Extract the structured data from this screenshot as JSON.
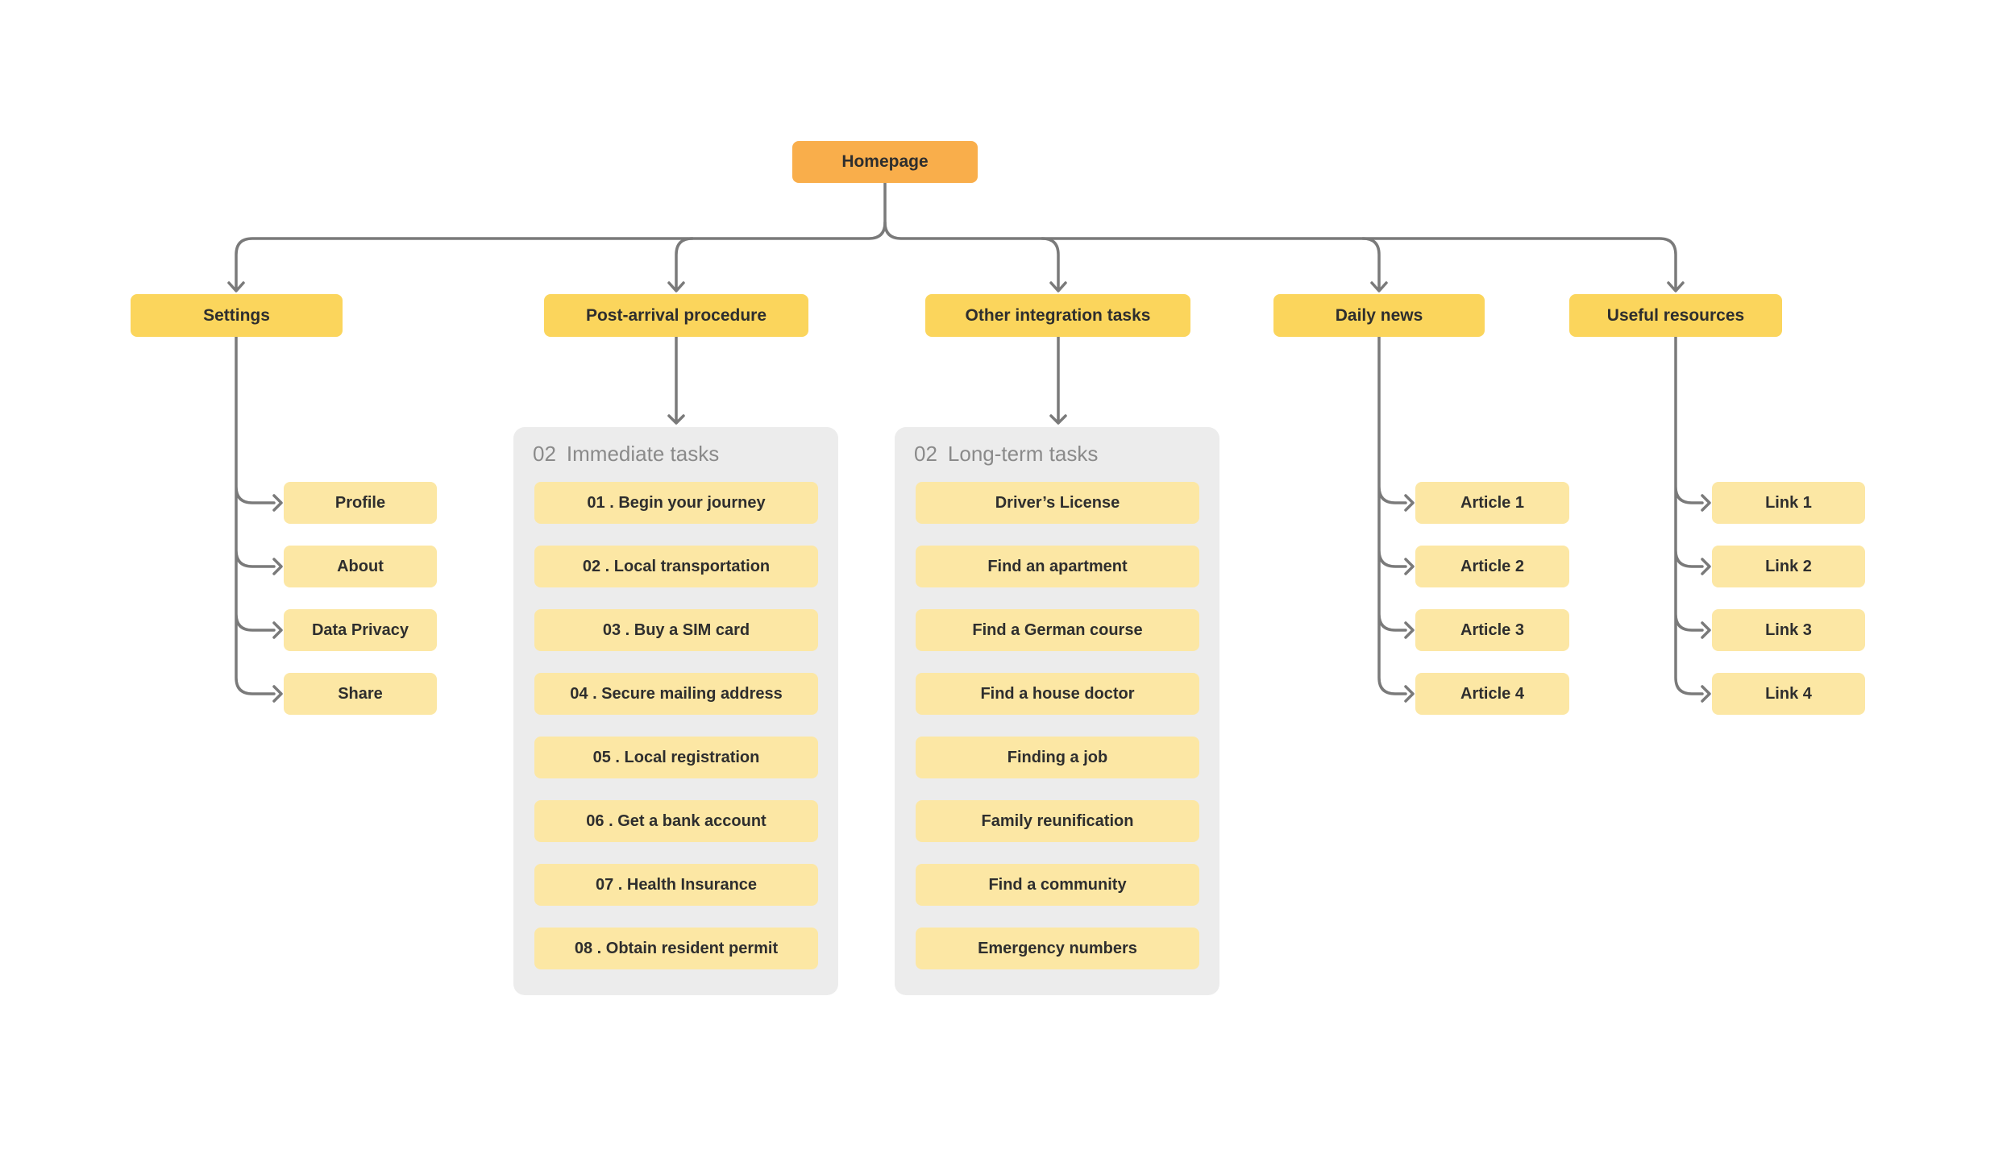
{
  "colors": {
    "root_box": "#f9ae4b",
    "branch_box": "#fbd55c",
    "leaf_box": "#fce7a4",
    "group_background": "#ececec",
    "connector_line": "#7a7a7a",
    "label_text": "#2e2e2e",
    "group_header_text": "#8a8a8a",
    "page_background": "#ffffff"
  },
  "root": {
    "label": "Homepage"
  },
  "branches": [
    {
      "label": "Settings",
      "children": [
        "Profile",
        "About",
        "Data Privacy",
        "Share"
      ]
    },
    {
      "label": "Post-arrival procedure",
      "group": {
        "number": "02",
        "title": "Immediate tasks",
        "items": [
          "01 . Begin your journey",
          "02 . Local transportation",
          "03 . Buy a SIM card",
          "04 . Secure mailing address",
          "05 . Local registration",
          "06 . Get a bank account",
          "07 . Health Insurance",
          "08 . Obtain resident permit"
        ]
      }
    },
    {
      "label": "Other integration tasks",
      "group": {
        "number": "02",
        "title": "Long-term tasks",
        "items": [
          "Driver’s License",
          "Find an apartment",
          "Find a German course",
          "Find a house doctor",
          "Finding a job",
          "Family reunification",
          "Find a community",
          "Emergency numbers"
        ]
      }
    },
    {
      "label": "Daily news",
      "children": [
        "Article 1",
        "Article 2",
        "Article 3",
        "Article 4"
      ]
    },
    {
      "label": "Useful resources",
      "children": [
        "Link 1",
        "Link 2",
        "Link 3",
        "Link 4"
      ]
    }
  ]
}
